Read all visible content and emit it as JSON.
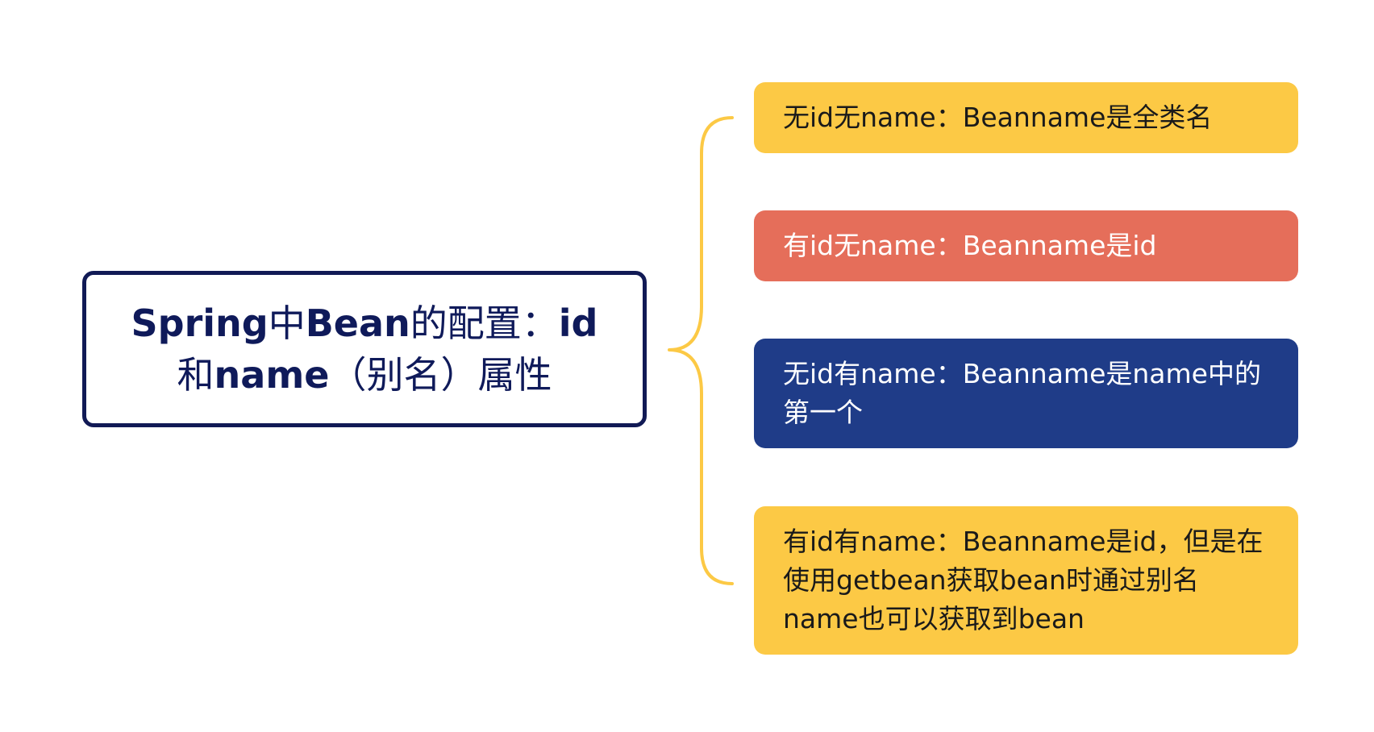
{
  "root": {
    "line1_a": "Spring",
    "line1_b": "中",
    "line1_c": "Bean",
    "line1_d": "的配置：",
    "line1_e": "id",
    "line2_a": "和",
    "line2_b": "name",
    "line2_c": "（别名）属性"
  },
  "children": [
    {
      "text": "无id无name：Beanname是全类名"
    },
    {
      "text": "有id无name：Beanname是id"
    },
    {
      "text": "无id有name：Beanname是name中的第一个"
    },
    {
      "text": "有id有name：Beanname是id，但是在使用getbean获取bean时通过别名name也可以获取到bean"
    }
  ],
  "colors": {
    "root_border": "#111a55",
    "root_text": "#0f1a5a",
    "brace": "#fcc945",
    "yellow": "#fcc945",
    "red": "#e56e5a",
    "blue": "#1f3c88"
  }
}
